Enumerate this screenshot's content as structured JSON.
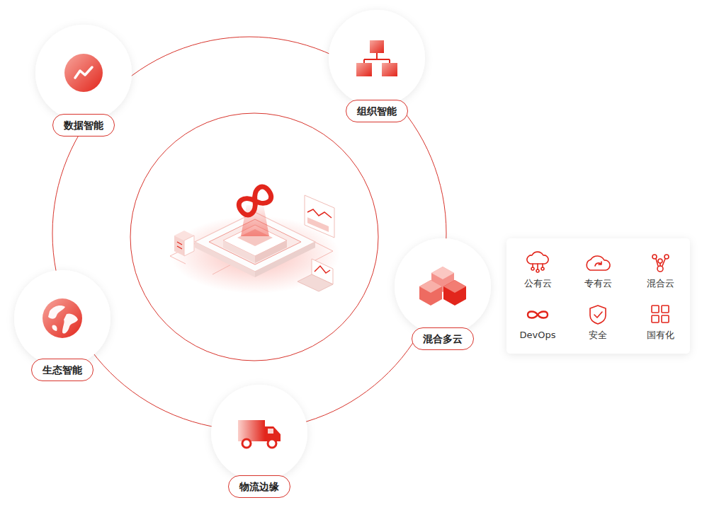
{
  "diagram": {
    "nodes": [
      {
        "text": [
          "数据智能"
        ]
      },
      {
        "text": [
          "组织智能"
        ]
      },
      {
        "text": [
          "混合多云"
        ]
      },
      {
        "text": [
          "生态智能"
        ]
      },
      {
        "text": [
          "物流边缘"
        ]
      }
    ],
    "labels": [
      "公有云",
      "专有云",
      "混合云",
      "DevOps",
      "安全",
      "国有化"
    ]
  }
}
